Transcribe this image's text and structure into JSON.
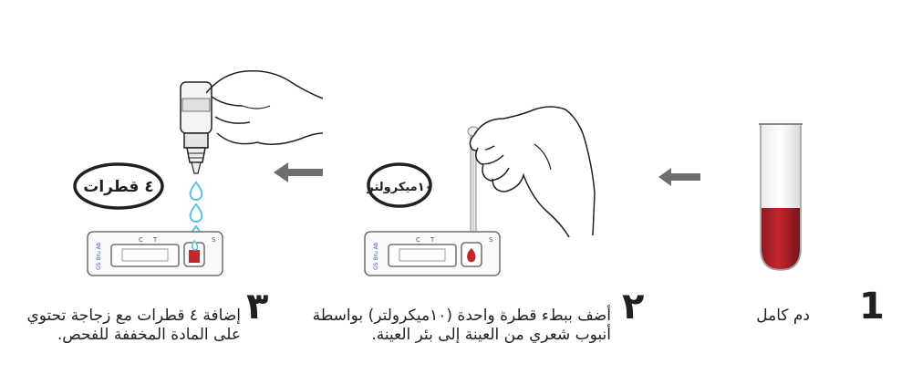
{
  "steps": [
    {
      "number": "1",
      "caption_lines": [
        "دم كامل"
      ]
    },
    {
      "number": "٢",
      "caption_lines": [
        "أضف ببطء قطرة واحدة (١٠ميكرولتر) بواسطة",
        "أنبوب شعري من العينة إلى بئر العينة."
      ],
      "badge": "١٠ميكرولتر"
    },
    {
      "number": "٣",
      "caption_lines": [
        "إضافة ٤ قطرات مع زجاجة تحتوي",
        "على المادة المخففة للفحص."
      ],
      "badge": "٤ قطرات"
    }
  ],
  "cassette": {
    "brand": "GS Bru Ab",
    "label_c": "C",
    "label_t": "T",
    "label_s": "S"
  },
  "colors": {
    "blood": "#c1272d",
    "arrow": "#6d6e71",
    "text": "#231f20",
    "drop": "#5bc2e7"
  }
}
